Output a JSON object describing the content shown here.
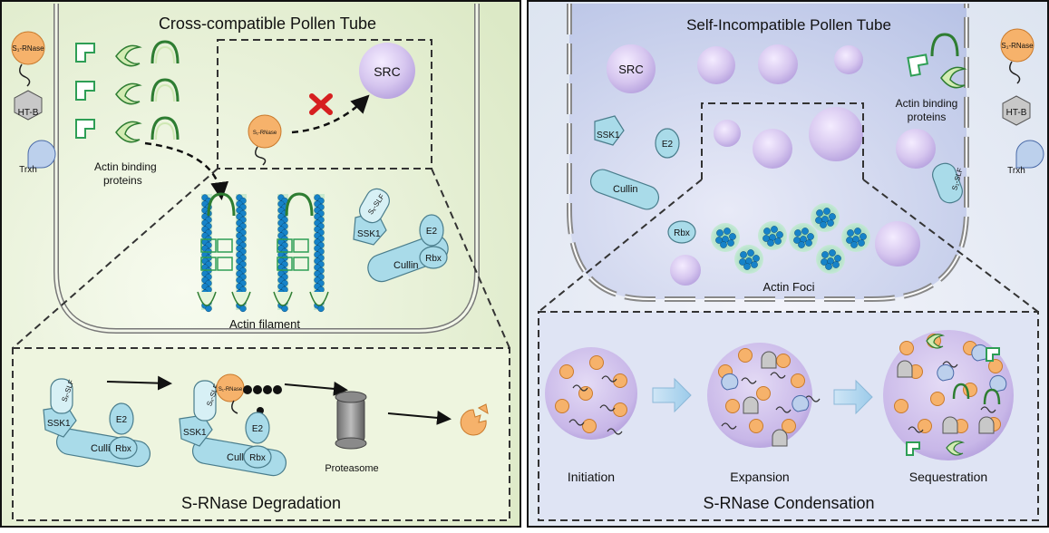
{
  "left_panel": {
    "title": "Cross-compatible Pollen Tube",
    "actin_binding_label_1": "Actin binding",
    "actin_binding_label_2": "proteins",
    "actin_filament_label": "Actin filament",
    "src_label": "SRC",
    "s1_rnase_label": "S₁-RNase",
    "skp_complex": {
      "slf": "Sₓ-SLF",
      "ssk1": "SSK1",
      "e2": "E2",
      "rbx": "Rbx",
      "cullin": "Cullin"
    },
    "degradation_box": {
      "title": "S-RNase Degradation",
      "proteasome_label": "Proteasome",
      "rnase_label": "S₁-RNase"
    }
  },
  "right_panel": {
    "title": "Self-Incompatible Pollen Tube",
    "src_label": "SRC",
    "actin_binding_label_1": "Actin binding",
    "actin_binding_label_2": "proteins",
    "actin_foci_label": "Actin Foci",
    "complex": {
      "ssk1": "SSK1",
      "e2": "E2",
      "cullin": "Cullin",
      "rbx": "Rbx",
      "slf": "S₁-SLF"
    },
    "condensation_box": {
      "title": "S-RNase Condensation",
      "stages": [
        "Initiation",
        "Expansion",
        "Sequestration"
      ]
    }
  },
  "legend_left": [
    "S₁-RNase",
    "HT-B",
    "Trxh"
  ],
  "legend_right": [
    "S₁-RNase",
    "HT-B",
    "Trxh"
  ],
  "colors": {
    "rnase_orange": "#f6b26b",
    "protein_blue": "#a9dbe9",
    "condensate_purple": "#c9b8e6",
    "actin_green": "#2e7d32",
    "bead_blue": "#1683c9",
    "left_bg": "#eef5df",
    "right_bg": "#e3e8f5",
    "inhibit_red": "#d62020"
  }
}
